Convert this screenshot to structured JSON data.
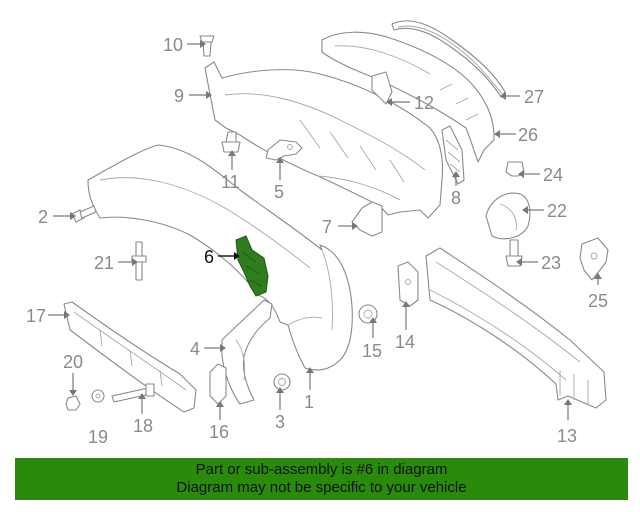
{
  "diagram": {
    "highlight_color": "#2f7d1f",
    "line_color": "#8a8a8a",
    "callouts": {
      "c1": "1",
      "c2": "2",
      "c3": "3",
      "c4": "4",
      "c5": "5",
      "c6": "6",
      "c7": "7",
      "c8": "8",
      "c9": "9",
      "c10": "10",
      "c11": "11",
      "c12": "12",
      "c13": "13",
      "c14": "14",
      "c15": "15",
      "c16": "16",
      "c17": "17",
      "c18": "18",
      "c19": "19",
      "c20": "20",
      "c21": "21",
      "c22": "22",
      "c23": "23",
      "c24": "24",
      "c25": "25",
      "c26": "26",
      "c27": "27"
    }
  },
  "banner": {
    "color": "#2a8a0a",
    "line1": "Part or sub-assembly is #6 in diagram",
    "line2": "Diagram may not be specific to your vehicle"
  }
}
